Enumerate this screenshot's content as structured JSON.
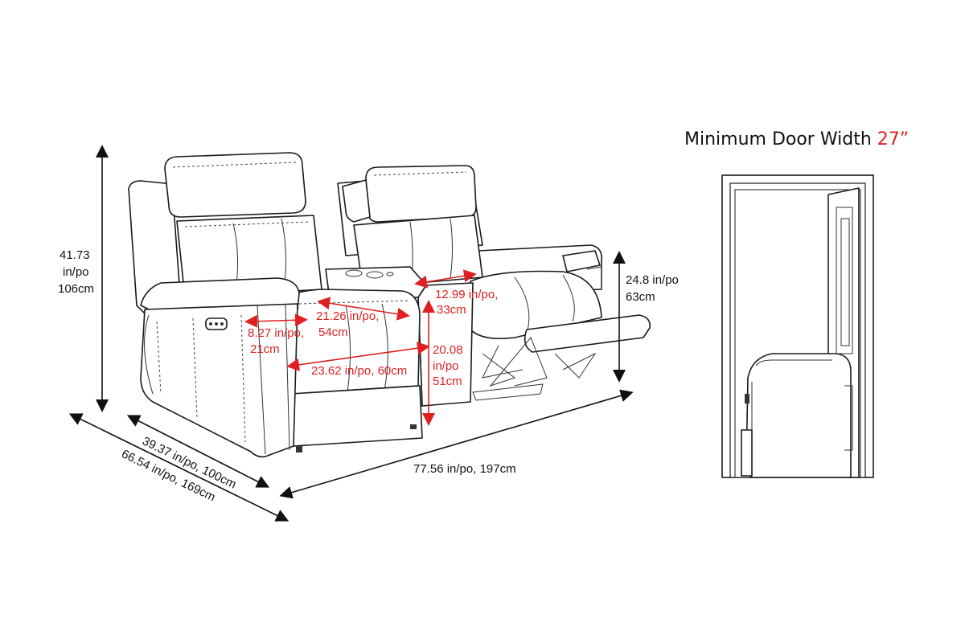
{
  "door": {
    "title_prefix": "Minimum Door Width ",
    "title_value": "27”"
  },
  "dims": {
    "height_inches": "41.73",
    "height_unit": "in/po",
    "height_cm": "106cm",
    "depth_seat": "39.37 in/po, 100cm",
    "depth_reclined": "66.54 in/po, 169cm",
    "width_total": "77.56 in/po, 197cm",
    "arm_height_inches": "24.8 in/po",
    "arm_height_cm": "63cm",
    "seat_depth_inches": "21.26 in/po,",
    "seat_depth_cm": "54cm",
    "arm_width_inches": "8.27 in/po,",
    "arm_width_cm": "21cm",
    "seat_width": "23.62 in/po, 60cm",
    "seat_height_inches": "20.08",
    "seat_height_unit": "in/po",
    "seat_height_cm": "51cm",
    "console_width_inches": "12.99 in/po,",
    "console_width_cm": "33cm"
  },
  "colors": {
    "accent_red": "#e02020",
    "line": "#111111"
  }
}
